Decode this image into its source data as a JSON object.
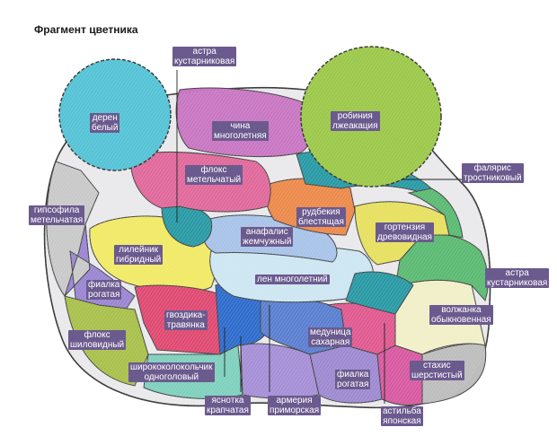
{
  "title": "Фрагмент цветника",
  "plants": [
    {
      "id": "deren",
      "line1": "дерен",
      "line2": "белый",
      "color": "#55c3d6"
    },
    {
      "id": "astra_top",
      "line1": "астра",
      "line2": "кустарниковая",
      "color": "#c54cb3"
    },
    {
      "id": "china",
      "line1": "чина",
      "line2": "многолетняя",
      "color": "#c876c2"
    },
    {
      "id": "robinia",
      "line1": "робиния",
      "line2": "лжеакация",
      "color": "#9cc84a"
    },
    {
      "id": "floks_met",
      "line1": "флокс",
      "line2": "метельчатый",
      "color": "#e0699b"
    },
    {
      "id": "falyaris",
      "line1": "фалярис",
      "line2": "тростниковый",
      "color": "#2a9aa5"
    },
    {
      "id": "gipsofila",
      "line1": "гипсофила",
      "line2": "метельчатая",
      "color": "#c9c9c9"
    },
    {
      "id": "rudbekia",
      "line1": "рудбекия",
      "line2": "блестящая",
      "color": "#ec8a4c"
    },
    {
      "id": "gortenzia",
      "line1": "гортензия",
      "line2": "древовидная",
      "color": "#e6e060"
    },
    {
      "id": "anafalis",
      "line1": "анафалис",
      "line2": "жемчужный",
      "color": "#a8c3e8"
    },
    {
      "id": "lileinik",
      "line1": "лилейник",
      "line2": "гибридный",
      "color": "#f1ea66"
    },
    {
      "id": "len",
      "line1": "лен многолетний",
      "line2": "",
      "color": "#cde6f2"
    },
    {
      "id": "astra_right",
      "line1": "астра",
      "line2": "кустарниковая",
      "color": "#5cba73"
    },
    {
      "id": "fialka_left",
      "line1": "фиалка",
      "line2": "рогатая",
      "color": "#9a86d2"
    },
    {
      "id": "gvozdika",
      "line1": "гвоздика-",
      "line2": "травянка",
      "color": "#df4a72"
    },
    {
      "id": "volzhanka",
      "line1": "волжанка",
      "line2": "обыкновенная",
      "color": "#f0efc8"
    },
    {
      "id": "floks_shil",
      "line1": "флокс",
      "line2": "шиловидный",
      "color": "#a9c04c"
    },
    {
      "id": "medunica",
      "line1": "медуница",
      "line2": "сахарная",
      "color": "#5b7fd0"
    },
    {
      "id": "shirokokolokolchik",
      "line1": "ширококолокольчик",
      "line2": "одноголовый",
      "color": "#2f6ccc"
    },
    {
      "id": "fialka_bottom",
      "line1": "фиалка",
      "line2": "рогатая",
      "color": "#9d8ad0"
    },
    {
      "id": "stahis",
      "line1": "стахис",
      "line2": "шерстистый",
      "color": "#bdbdbd"
    },
    {
      "id": "yasnotka",
      "line1": "яснотка",
      "line2": "крапчатая",
      "color": "#7fd0bd"
    },
    {
      "id": "armeria",
      "line1": "армерия",
      "line2": "приморская",
      "color": "#e05a90"
    },
    {
      "id": "astilba",
      "line1": "астильба",
      "line2": "японская",
      "color": "#d75aa0"
    }
  ]
}
